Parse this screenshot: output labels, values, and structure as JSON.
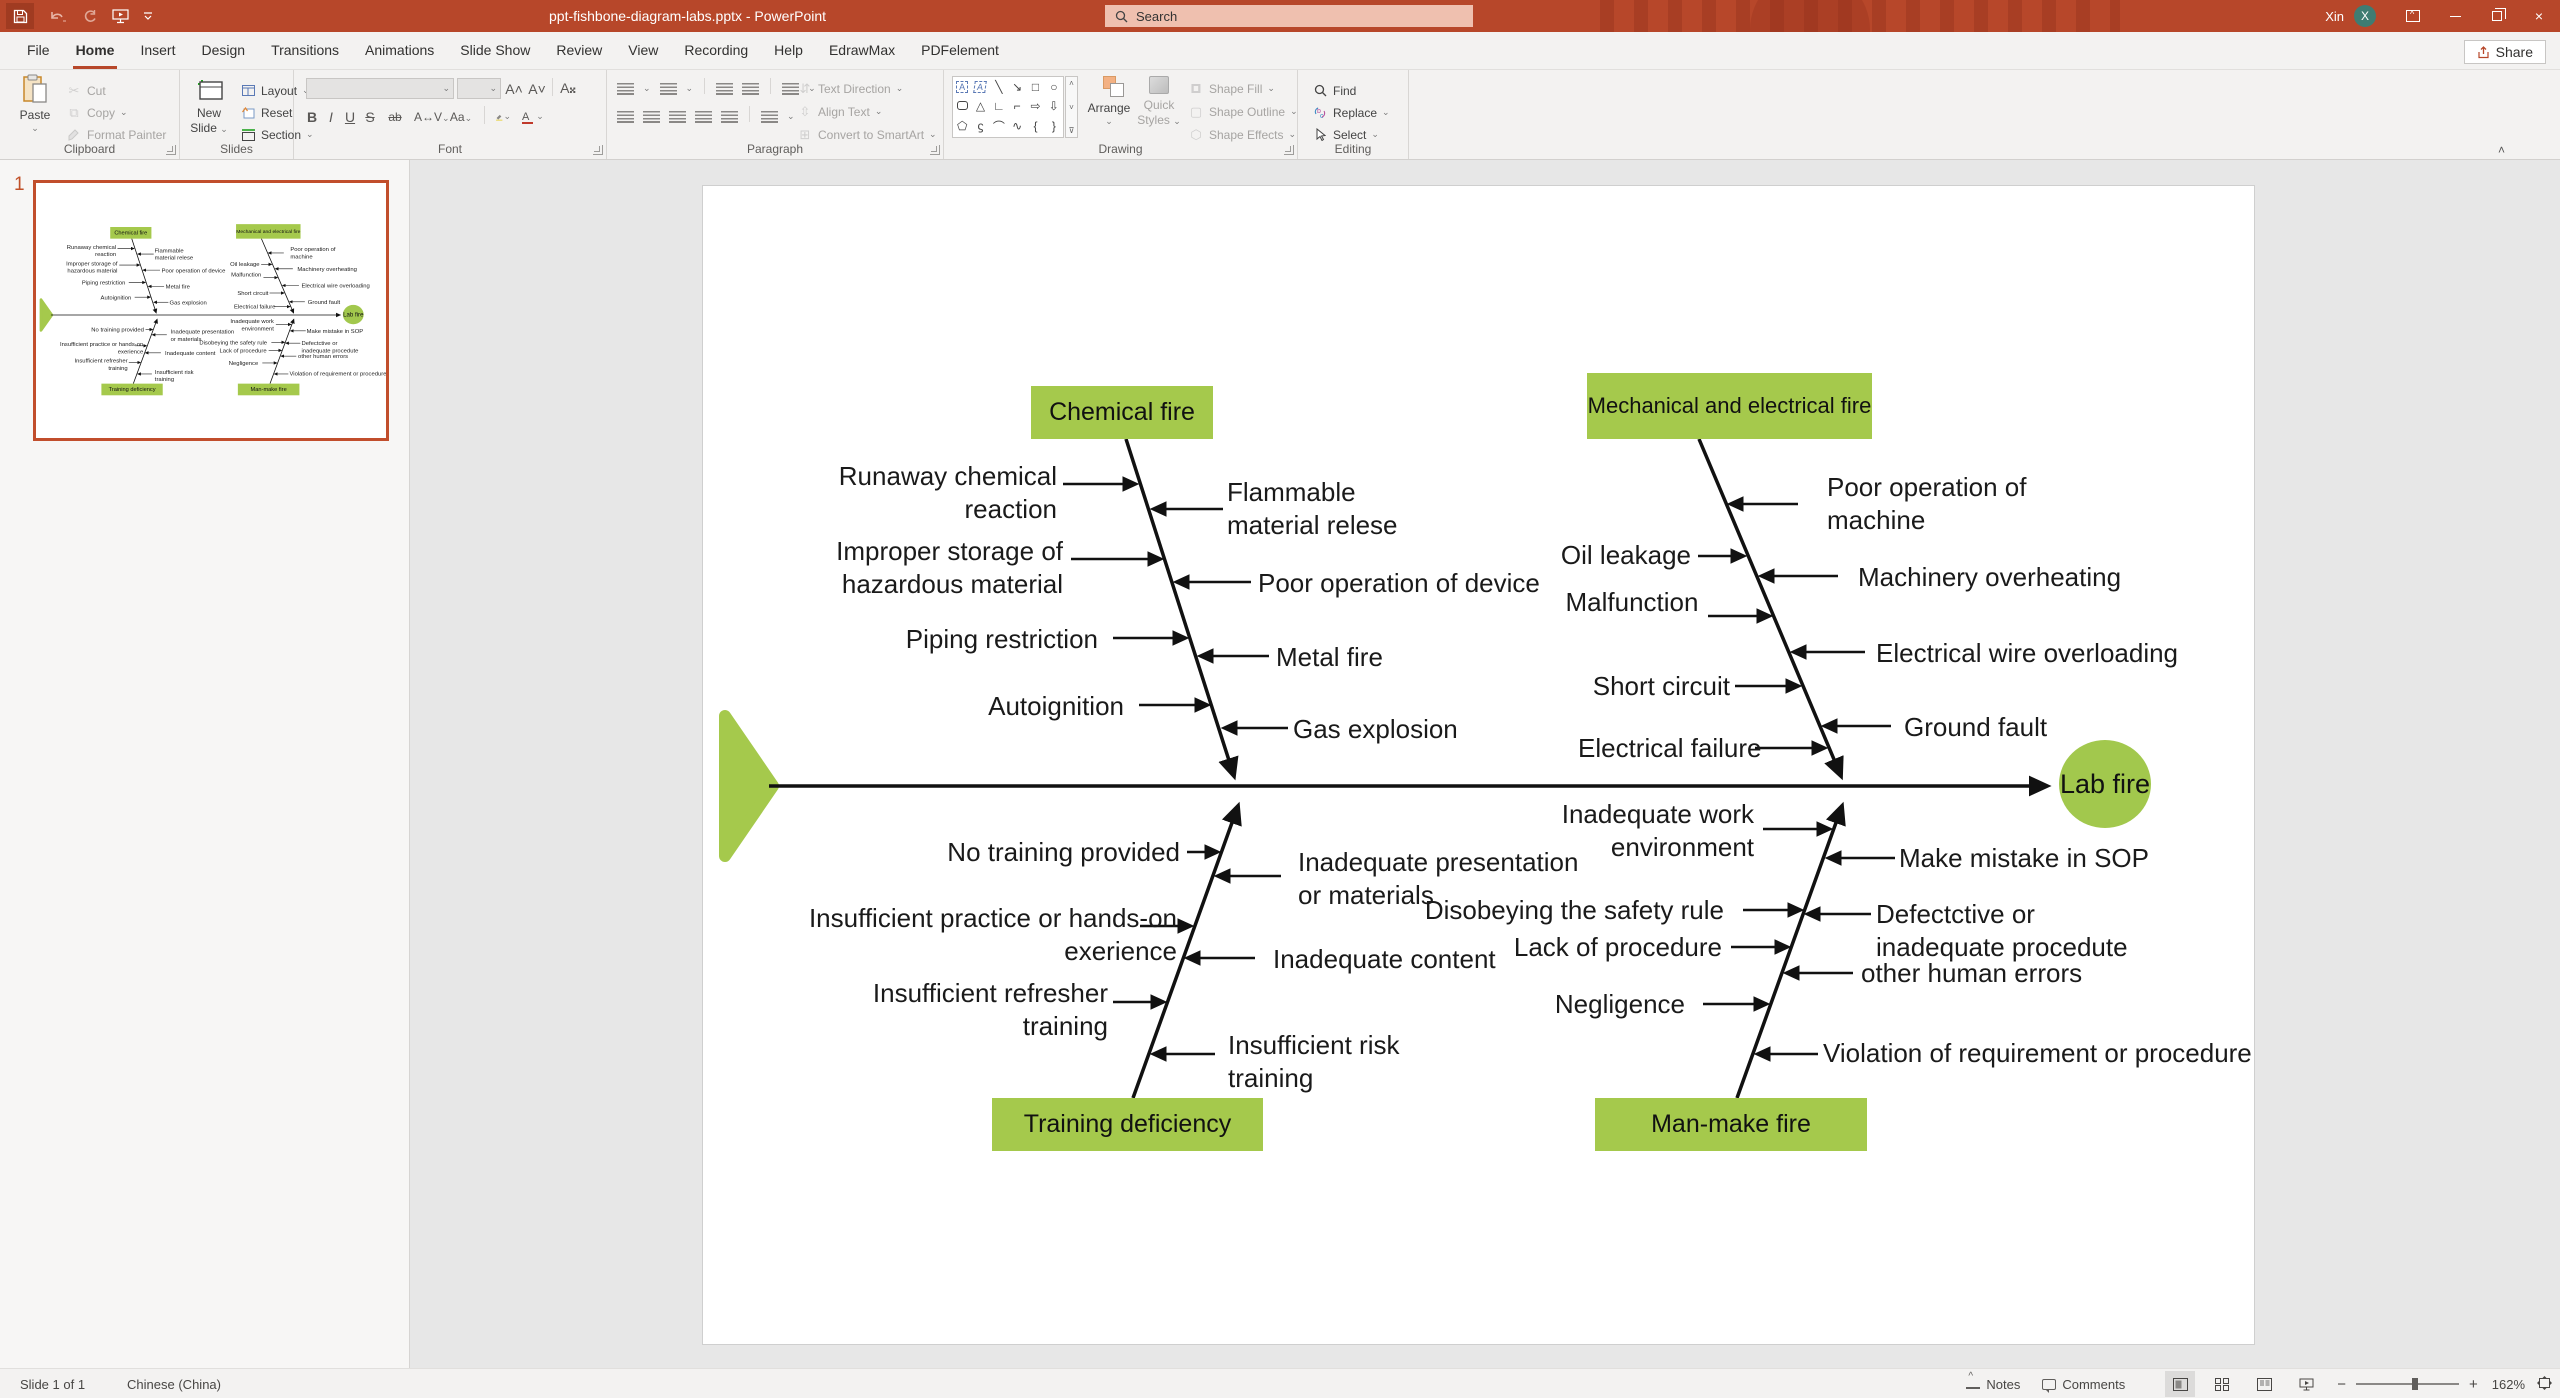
{
  "titlebar": {
    "title": "ppt-fishbone-diagram-labs.pptx  -  PowerPoint",
    "search_placeholder": "Search",
    "user_name": "Xin",
    "avatar_initial": "X"
  },
  "tabs": {
    "items": [
      "File",
      "Home",
      "Insert",
      "Design",
      "Transitions",
      "Animations",
      "Slide Show",
      "Review",
      "View",
      "Recording",
      "Help",
      "EdrawMax",
      "PDFelement"
    ],
    "active_tab": "Home",
    "share_label": "Share"
  },
  "ribbon": {
    "clipboard": {
      "label": "Clipboard",
      "paste": "Paste",
      "cut": "Cut",
      "copy": "Copy",
      "format_painter": "Format Painter"
    },
    "slides": {
      "label": "Slides",
      "new_slide_line1": "New",
      "new_slide_line2": "Slide",
      "layout": "Layout",
      "reset": "Reset",
      "section": "Section"
    },
    "font": {
      "label": "Font",
      "bold": "B",
      "italic": "I",
      "underline": "U",
      "strike": "S"
    },
    "paragraph": {
      "label": "Paragraph",
      "text_direction": "Text Direction",
      "align_text": "Align Text",
      "convert_smartart": "Convert to SmartArt"
    },
    "drawing": {
      "label": "Drawing",
      "arrange": "Arrange",
      "quick_styles_line1": "Quick",
      "quick_styles_line2": "Styles",
      "shape_fill": "Shape Fill",
      "shape_outline": "Shape Outline",
      "shape_effects": "Shape Effects"
    },
    "editing": {
      "label": "Editing",
      "find": "Find",
      "replace": "Replace",
      "select": "Select"
    }
  },
  "slide_panel": {
    "slide_number": "1"
  },
  "diagram": {
    "center_problem": "Lab fire",
    "chemical": {
      "title": "Chemical fire",
      "left": [
        "Runaway chemical reaction",
        "Improper storage of hazardous material",
        "Piping restriction",
        "Autoignition"
      ],
      "right": [
        "Flammable material relese",
        "Poor operation of device",
        "Metal fire",
        "Gas explosion"
      ]
    },
    "mechanical": {
      "title": "Mechanical and electrical fire",
      "left": [
        "Oil leakage",
        "Malfunction",
        "Short circuit",
        "Electrical failure"
      ],
      "right": [
        "Poor operation of machine",
        "Machinery overheating",
        "Electrical wire overloading",
        "Ground fault"
      ]
    },
    "training": {
      "title": "Training deficiency",
      "left": [
        "No training provided",
        "Insufficient practice or hands-on exerience",
        "Insufficient refresher training"
      ],
      "right": [
        "Inadequate presentation or materials",
        "Inadequate content",
        "Insufficient risk training"
      ]
    },
    "man": {
      "title": "Man-make fire",
      "left": [
        "Inadequate work environment",
        "Disobeying the safety rule",
        "Lack of procedure",
        "Negligence"
      ],
      "right": [
        "Make mistake in SOP",
        "Defectctive or inadequate procedute",
        "other human errors",
        "Violation of requirement or procedure"
      ]
    },
    "colors": {
      "node_green": "#a5c94c",
      "line": "#111111"
    }
  },
  "statusbar": {
    "slide_indicator": "Slide 1 of 1",
    "language": "Chinese (China)",
    "notes": "Notes",
    "comments": "Comments",
    "zoom_level": "162%"
  }
}
